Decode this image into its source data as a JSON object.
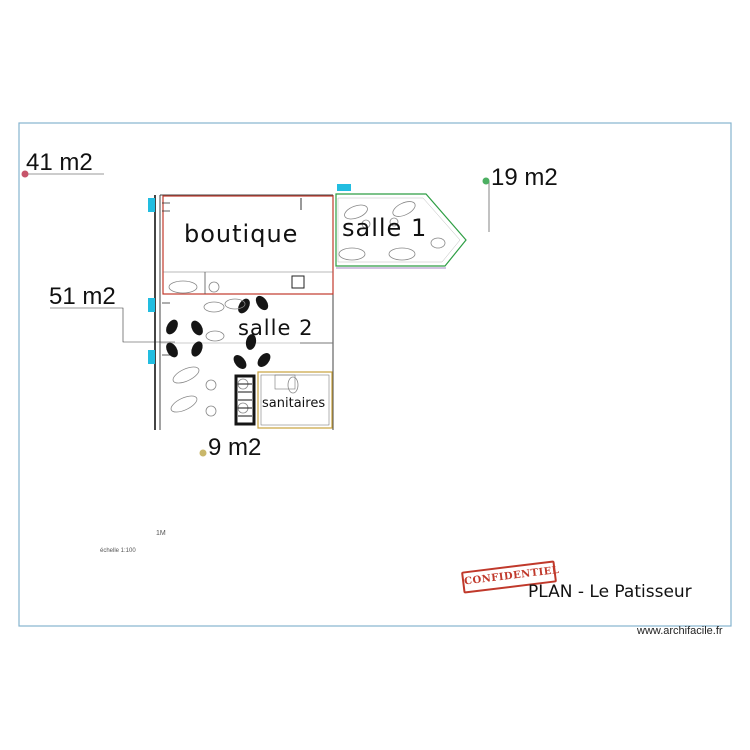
{
  "areas": {
    "zone_41": "41 m2",
    "zone_19": "19 m2",
    "zone_51": "51 m2",
    "zone_9": "9 m2"
  },
  "rooms": {
    "boutique": "boutique",
    "salle1": "salle 1",
    "salle2": "salle 2",
    "sanitaires": "sanitaires"
  },
  "scale": {
    "marker": "1M",
    "caption": "échelle 1:100"
  },
  "stamp": "CONFIDENTIEL",
  "plan_title": "PLAN - Le Patisseur",
  "watermark": "www.archifacile.fr",
  "colors": {
    "sheet_border": "#86b4cf",
    "window": "#22bde0",
    "boutique_wall": "#c0392b",
    "salle1_wall": "#2e9e44",
    "dot_41": "#c7546a",
    "dot_19": "#4caf62",
    "dot_9": "#c9b76a"
  }
}
